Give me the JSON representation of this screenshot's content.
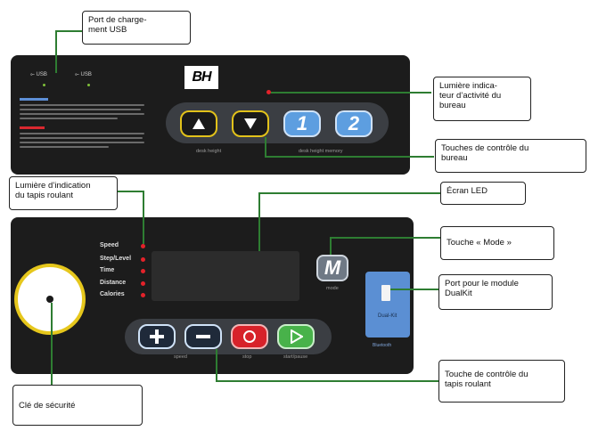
{
  "callouts": {
    "usb_port": "Port de charge-\nment USB",
    "desk_activity_light": "Lumière indica-\nteur d’activité du\nbureau",
    "desk_control_keys": "Touches de contrôle du\nbureau",
    "treadmill_light": "Lumière d’indication\ndu tapis roulant",
    "led_screen": "Écran LED",
    "mode_key": "Touche « Mode »",
    "dualkit_port": "Port pour le module\nDualKit",
    "treadmill_control_keys": "Touche de contrôle du\ntapis roulant",
    "safety_key": "Clé de sécurité"
  },
  "desk_panel": {
    "usb_labels": [
      "USB",
      "USB"
    ],
    "brand": "BH",
    "arrow_keys": [
      "up-arrow-icon",
      "down-arrow-icon"
    ],
    "memory_keys": [
      "1",
      "2"
    ],
    "label_height": "desk height",
    "label_memory": "desk height memory"
  },
  "treadmill_panel": {
    "metrics": [
      "Speed",
      "Step/Level",
      "Time",
      "Distance",
      "Calories"
    ],
    "mode_key": "M",
    "mode_label": "mode",
    "dualkit_label": "Dual-Kit",
    "bluetooth_label": "Bluetooth",
    "control_labels": [
      "speed",
      "stop",
      "start/pause"
    ]
  },
  "colors": {
    "panel": "#1c1c1c",
    "leader": "#2e7d32",
    "led_red": "#e3222a",
    "key_yellow": "#e2c21a",
    "key_blue": "#5d9ee0",
    "stop_red": "#d7222a",
    "start_green": "#48b24a"
  }
}
